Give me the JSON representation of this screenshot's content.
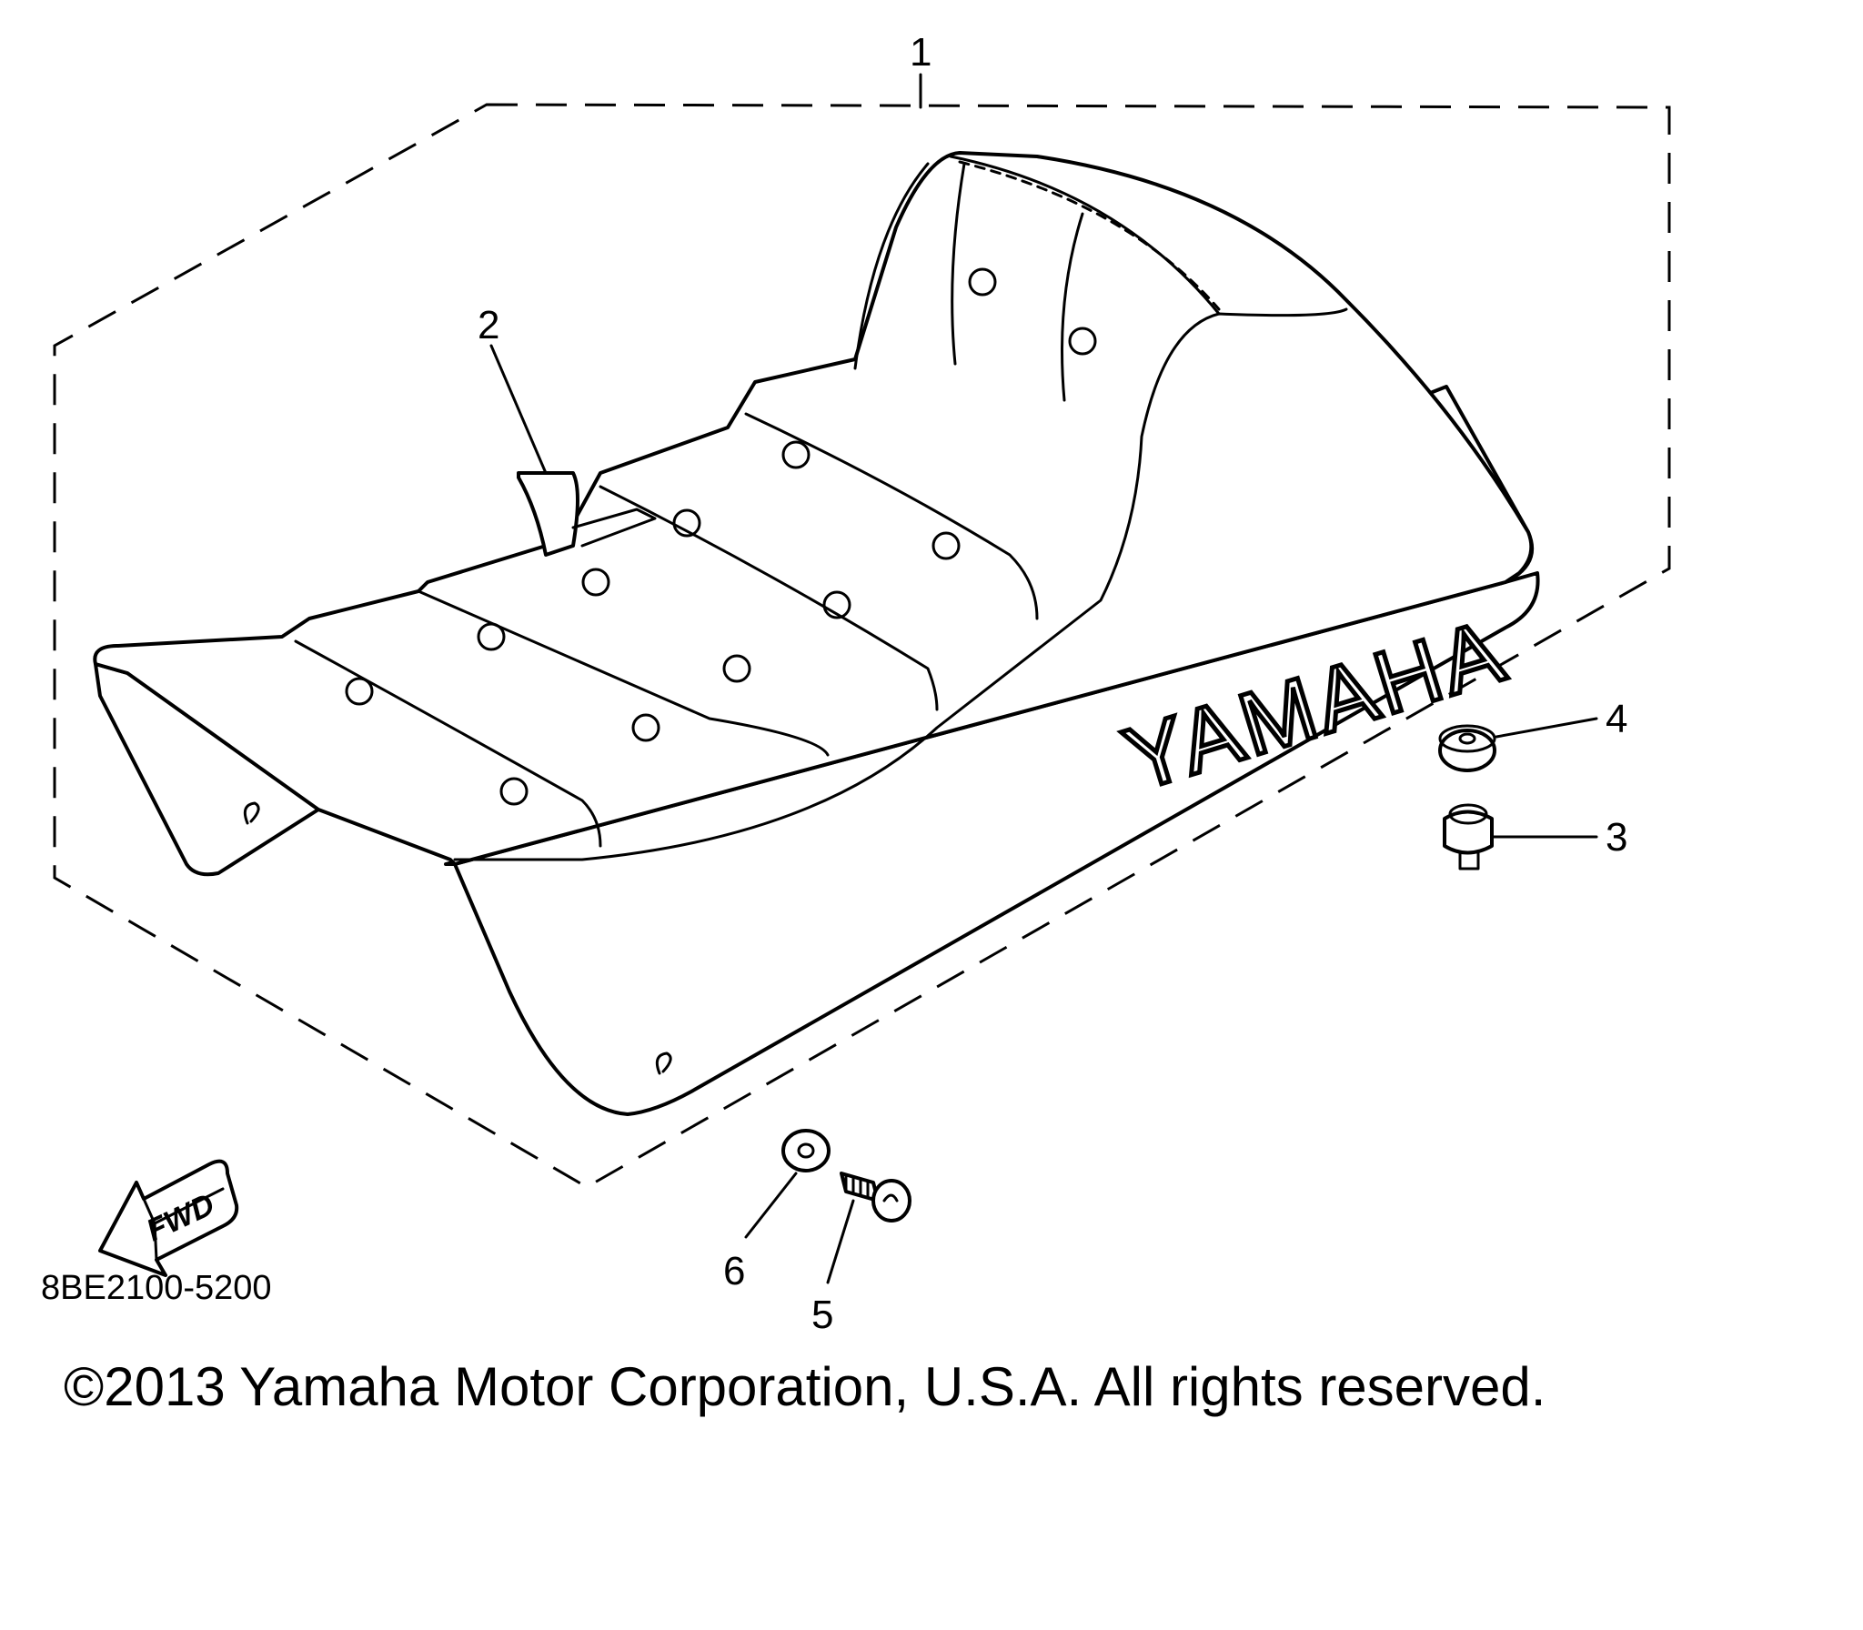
{
  "diagram": {
    "part_code": "8BE2100-5200",
    "direction_label": "FWD",
    "logo": "YAMAHA",
    "callouts": [
      "1",
      "2",
      "3",
      "4",
      "5",
      "6"
    ]
  },
  "footer": {
    "copyright": "©2013 Yamaha Motor Corporation, U.S.A. All rights reserved."
  }
}
